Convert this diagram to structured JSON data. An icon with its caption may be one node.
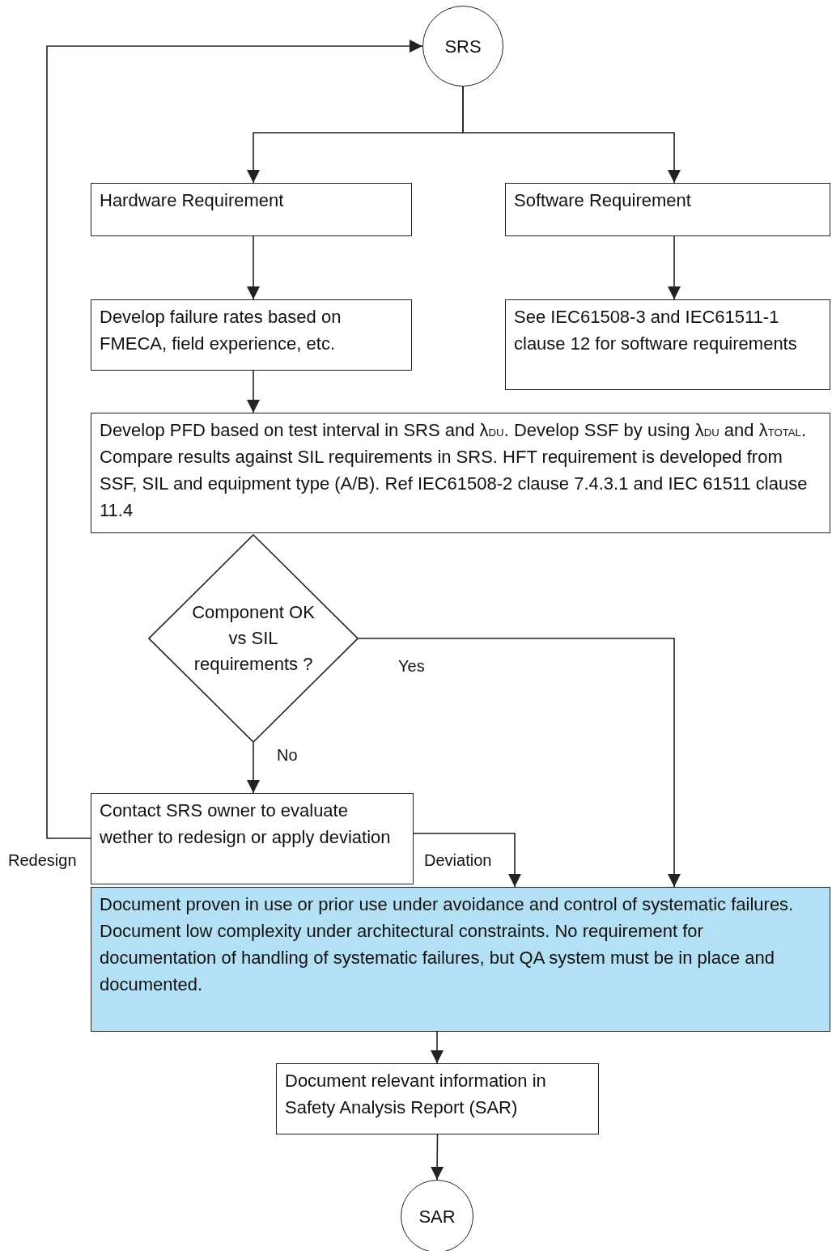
{
  "diagram": {
    "nodes": [
      {
        "text": [
          "SRS"
        ]
      },
      {
        "text": [
          "Hardware Requirement"
        ]
      },
      {
        "text": [
          "Software Requirement"
        ]
      },
      {
        "text": [
          "Develop failure rates based on FMECA, field experience, etc."
        ]
      },
      {
        "text": [
          "See IEC61508-3 and IEC61511-1 clause 12 for software requirements"
        ]
      },
      {
        "text": [
          "Develop PFD based on test interval in SRS and λ$_{DU}$.  Develop SSF by using λ$_{DU}$ and λ$_{TOTAL}$. Compare results against SIL requirements in SRS. HFT requirement is developed from SSF, SIL and equipment type (A/B). Ref IEC61508-2 clause 7.4.3.1 and IEC 61511 clause 11.4"
        ]
      },
      {
        "text": [
          "Component OK vs SIL requirements ?"
        ]
      },
      {
        "text": [
          "Contact SRS owner to evaluate wether to redesign or apply deviation"
        ]
      },
      {
        "text": [
          "Document proven in use or prior use under avoidance and control of systematic failures. Document low complexity under architectural constraints. No requirement for documentation of handling of systematic failures, but QA system must be in place and documented."
        ]
      },
      {
        "text": [
          "Document relevant information in Safety Analysis Report (SAR)"
        ]
      },
      {
        "text": [
          "SAR"
        ]
      }
    ],
    "edges": [
      {
        "from": 0,
        "to": 1,
        "arrow": "to"
      },
      {
        "from": 0,
        "to": 2,
        "arrow": "to"
      },
      {
        "from": 1,
        "to": 3,
        "arrow": "to"
      },
      {
        "from": 3,
        "to": 5,
        "arrow": "to"
      },
      {
        "from": 2,
        "to": 4,
        "arrow": "to"
      },
      {
        "from": 6,
        "to": 7,
        "arrow": "to",
        "label": "No"
      },
      {
        "from": 6,
        "to": 8,
        "arrow": "to",
        "label": "Yes"
      },
      {
        "from": 7,
        "to": 0,
        "arrow": "to",
        "label": "Redesign"
      },
      {
        "from": 7,
        "to": 8,
        "arrow": "to",
        "label": "Deviation"
      },
      {
        "from": 8,
        "to": 9,
        "arrow": "to"
      },
      {
        "from": 9,
        "to": 10,
        "arrow": "to"
      }
    ]
  }
}
